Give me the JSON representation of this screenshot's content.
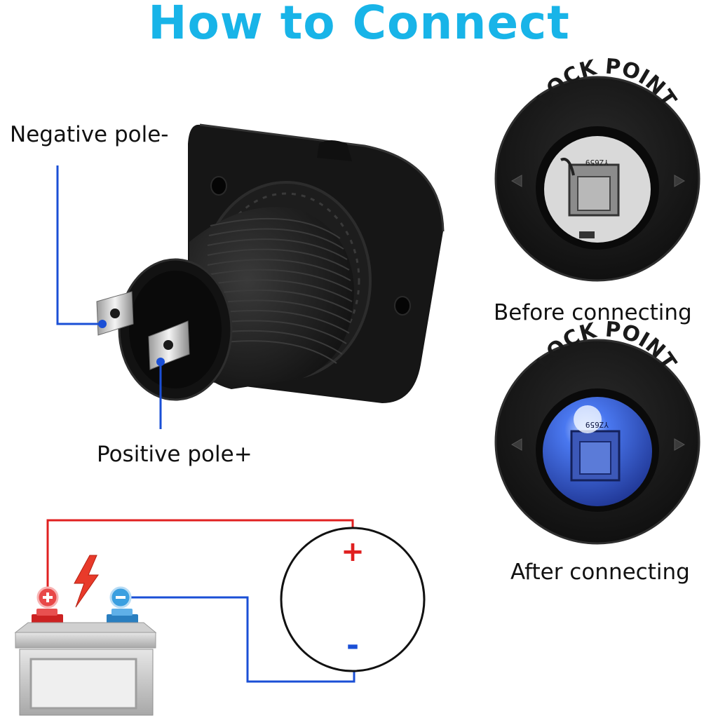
{
  "title": "How to Connect",
  "labels": {
    "negative_pole": "Negative pole-",
    "positive_pole": "Positive pole+",
    "before_connecting": "Before connecting",
    "after_connecting": "After connecting"
  },
  "socket_ring_text": "LOCK POINT",
  "pcb_marking": "YZ659",
  "circuit": {
    "plus_sign": "+",
    "minus_sign": "-"
  },
  "colors": {
    "title": "#18b4e8",
    "positive_wire": "#e02020",
    "negative_wire": "#1a4fd6",
    "blue_led": "#2f5fe0"
  }
}
